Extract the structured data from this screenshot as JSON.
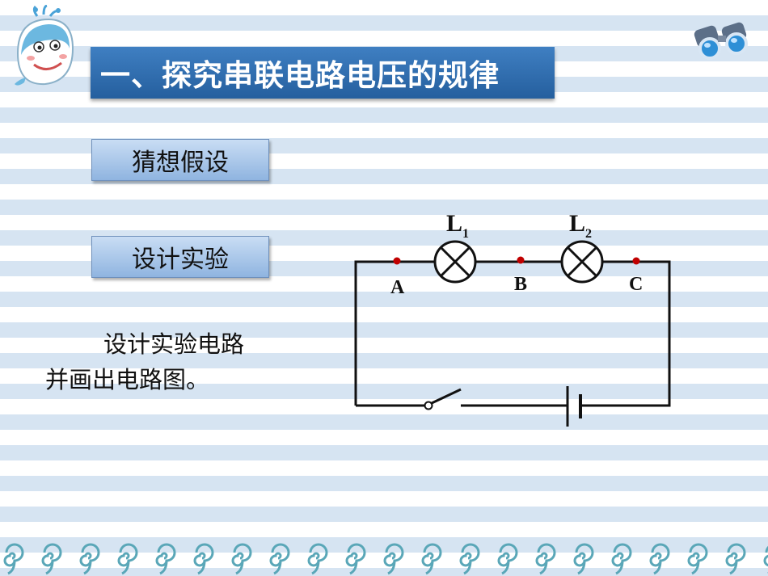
{
  "title": "一、探究串联电路电压的规律",
  "boxes": {
    "hypothesis": "猜想假设",
    "design": "设计实验"
  },
  "instruction": {
    "line1": "设计实验电路",
    "line2": "并画出电路图。"
  },
  "circuit": {
    "lamp1": {
      "letter": "L",
      "sub": "1"
    },
    "lamp2": {
      "letter": "L",
      "sub": "2"
    },
    "points": [
      "A",
      "B",
      "C"
    ]
  },
  "colors": {
    "title_bar": "#2d6aad",
    "box_fill": "#a9c6ea",
    "stripe": "#d6e4f2",
    "point_dot": "#c00000",
    "border_swirl": "#5aa7b8"
  },
  "icons": [
    "whale-icon",
    "binoculars-icon"
  ]
}
